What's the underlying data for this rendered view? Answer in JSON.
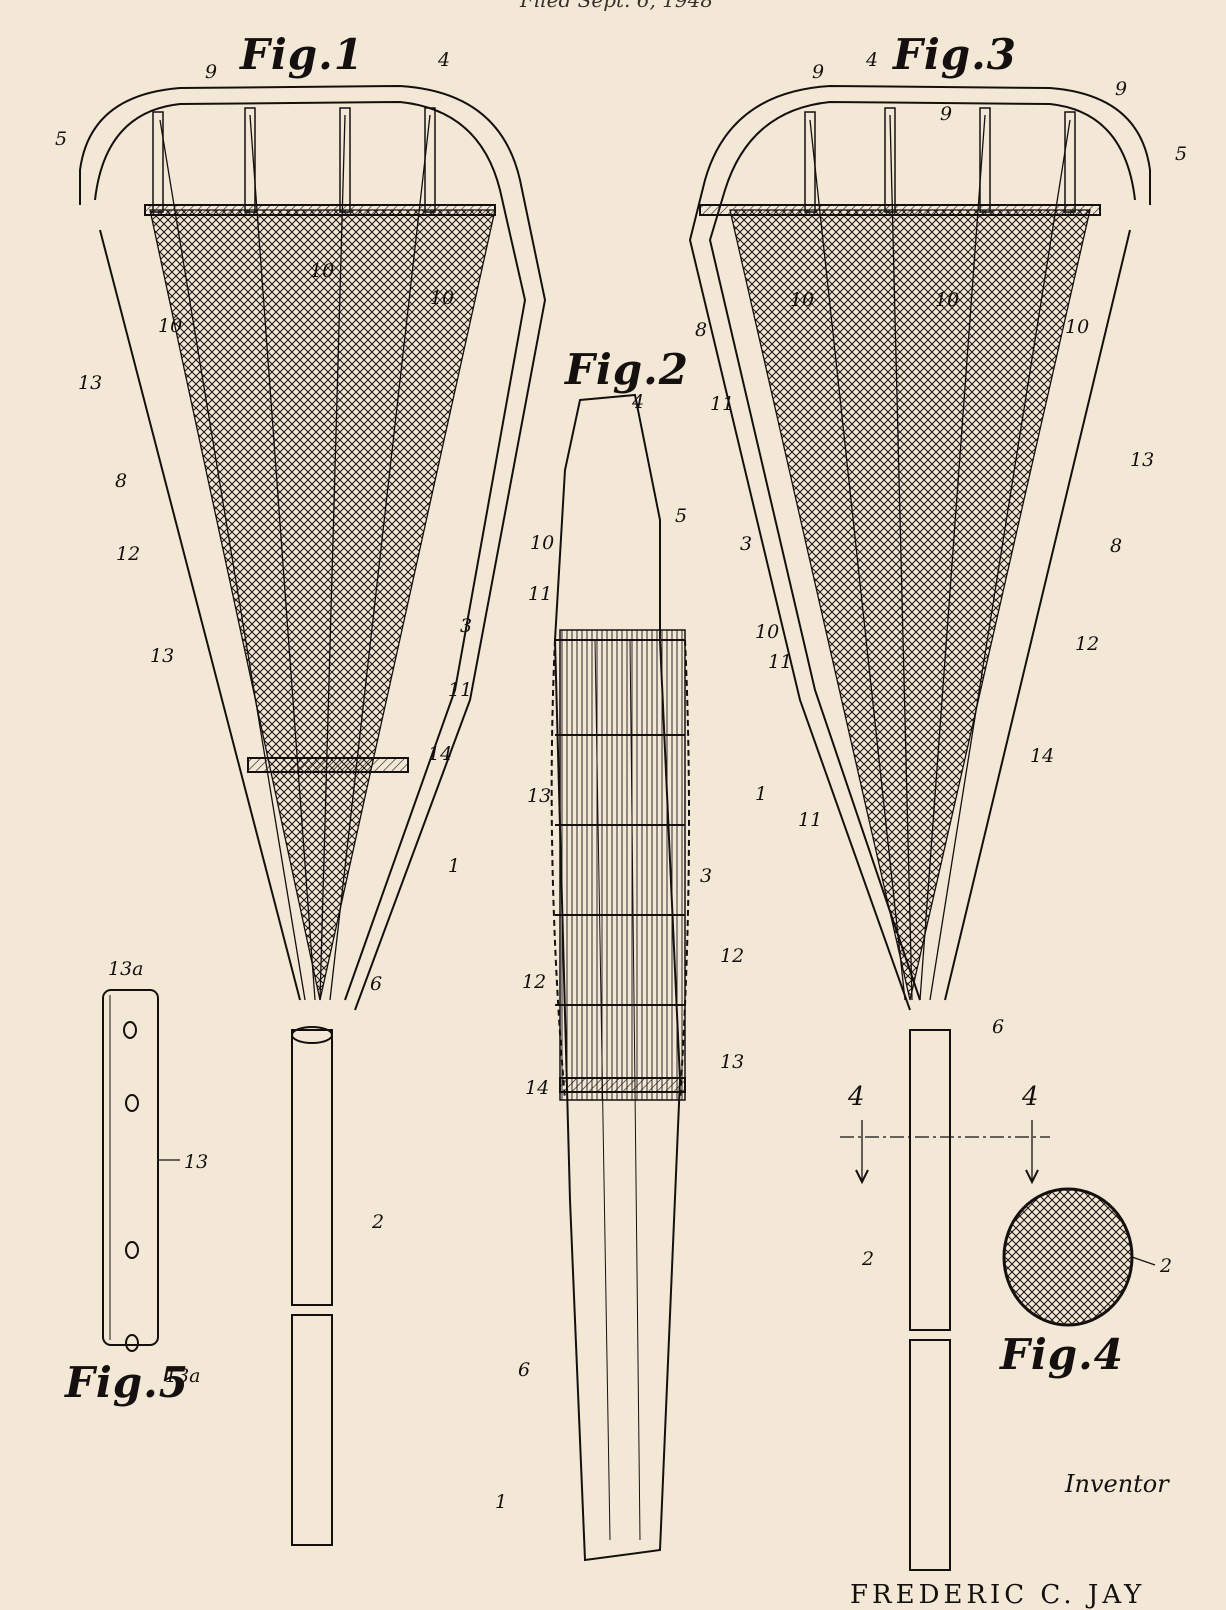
{
  "header": {
    "filed_text": "Filed Sept. 6, 1948"
  },
  "figures": {
    "fig1": "Fig.1",
    "fig2": "Fig.2",
    "fig3": "Fig.3",
    "fig4": "Fig.4",
    "fig5": "Fig.5"
  },
  "reference_numerals": {
    "r1": "1",
    "r2": "2",
    "r3": "3",
    "r4": "4",
    "r5": "5",
    "r6": "6",
    "r8": "8",
    "r9": "9",
    "r10": "10",
    "r11": "11",
    "r12": "12",
    "r13": "13",
    "r13a": "13a",
    "r14": "14"
  },
  "section_marks": {
    "left": "4",
    "right": "4"
  },
  "inventor_label": "Inventor",
  "inventor_name": "FREDERIC C. JAY",
  "colors": {
    "paper": "#f3e8d6",
    "ink": "#151010"
  }
}
